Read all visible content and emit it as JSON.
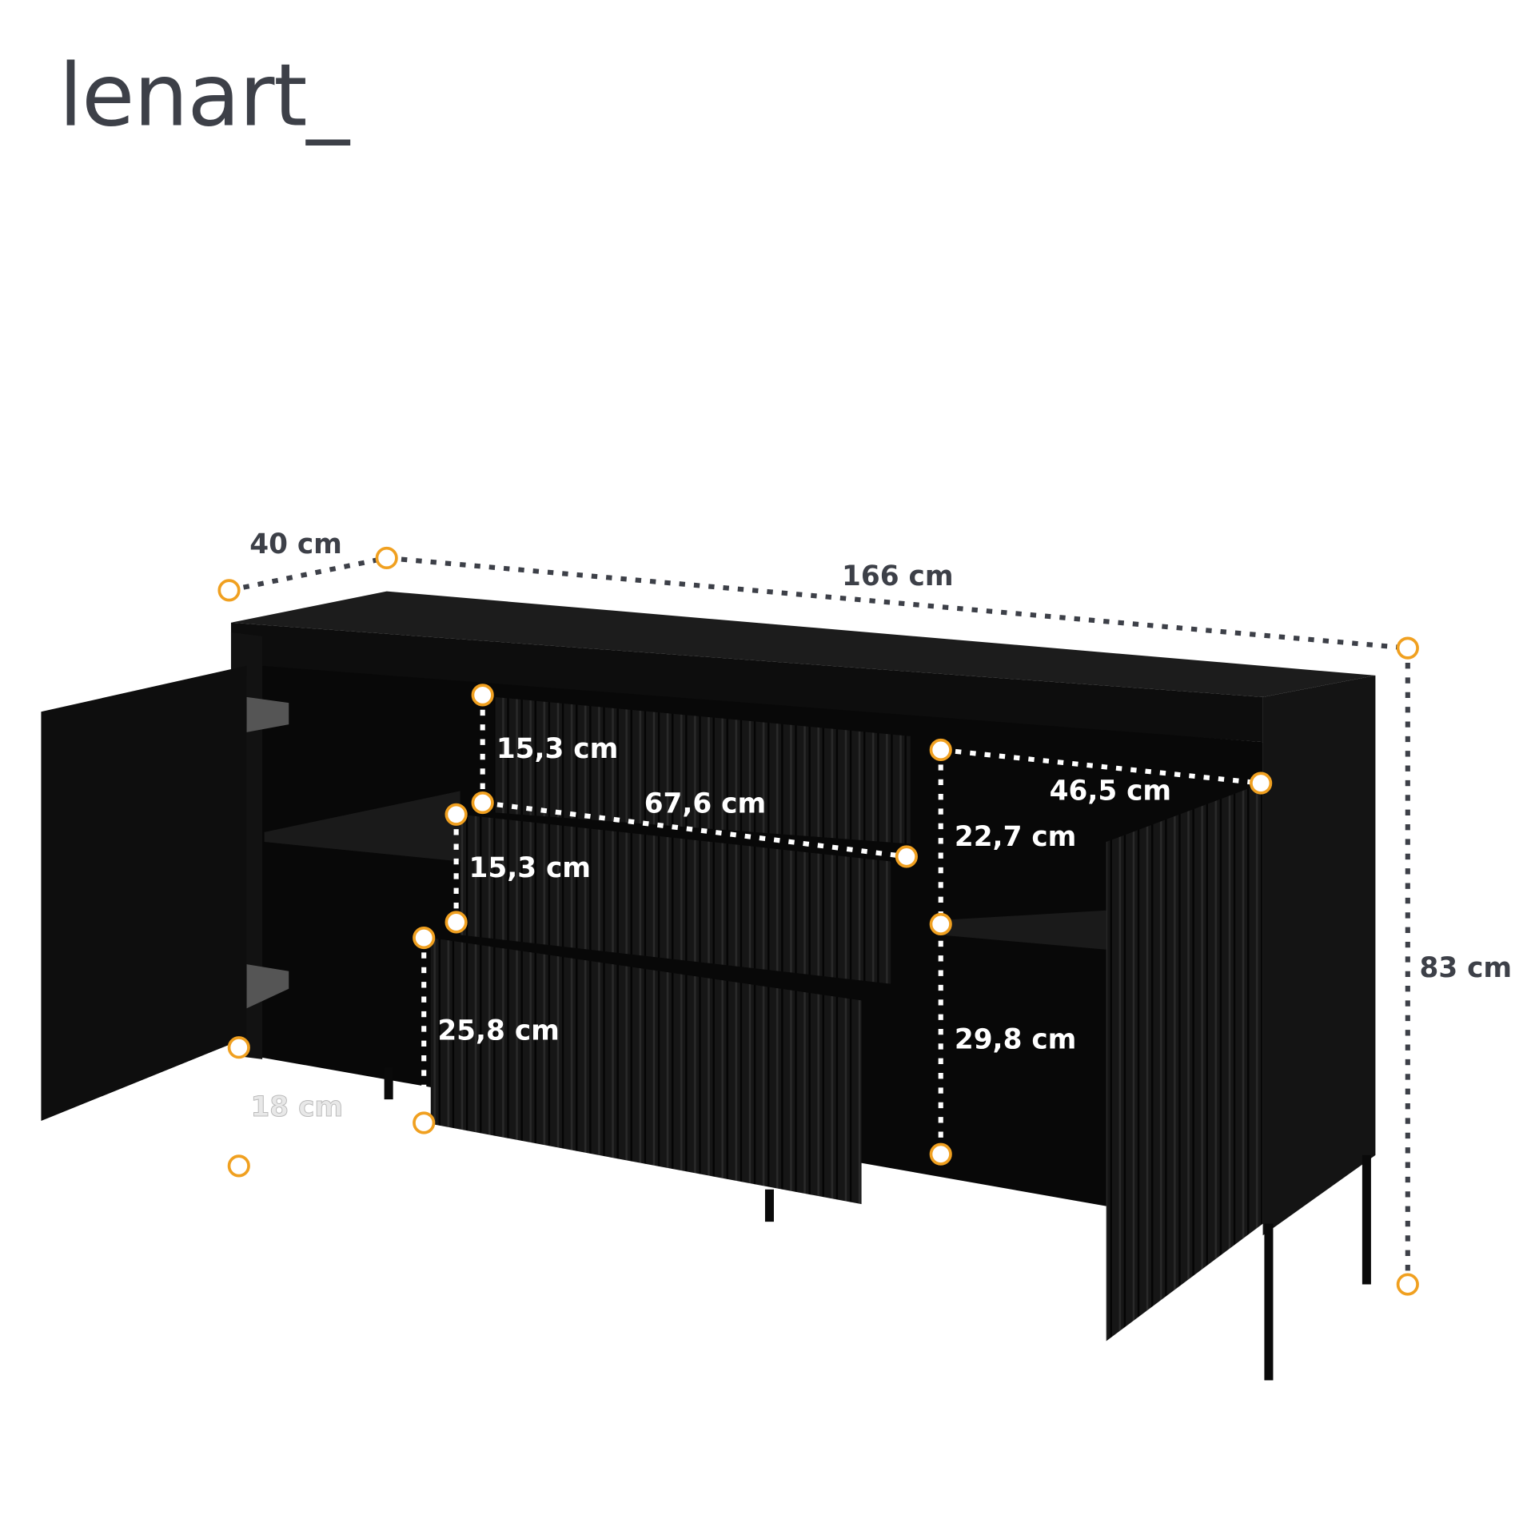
{
  "brand": {
    "logo_text": "lenart_"
  },
  "dimensions": {
    "depth": "40 cm",
    "width": "166 cm",
    "height": "83 cm",
    "top_drawer_height": "15,3 cm",
    "drawer_width": "67,6 cm",
    "compartment_depth": "46,5 cm",
    "upper_compartment_height": "22,7 cm",
    "middle_drawer_height": "15,3 cm",
    "bottom_drawer_height": "25,8 cm",
    "lower_compartment_height": "29,8 cm",
    "leg_height": "18 cm"
  },
  "colors": {
    "accent": "#f0a020",
    "text": "#3d4048",
    "furniture": "#111111"
  }
}
